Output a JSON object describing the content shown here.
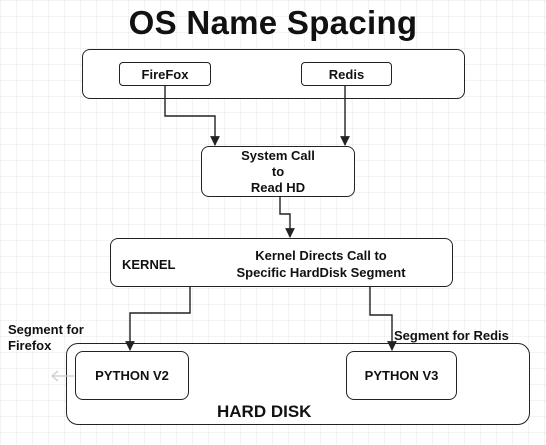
{
  "title": "OS Name Spacing",
  "apps": {
    "firefox": "FireFox",
    "redis": "Redis"
  },
  "system_call": {
    "line1": "System Call",
    "line2": "to",
    "line3": "Read HD"
  },
  "kernel": {
    "label": "KERNEL",
    "text_line1": "Kernel Directs Call to",
    "text_line2": "Specific HardDisk Segment"
  },
  "segments": {
    "firefox_line1": "Segment for",
    "firefox_line2": "Firefox",
    "redis": "Segment for Redis"
  },
  "hard_disk": {
    "label": "HARD DISK",
    "python_v2": "PYTHON V2",
    "python_v3": "PYTHON V3"
  },
  "colors": {
    "stroke": "#222222",
    "background": "#ffffff"
  }
}
